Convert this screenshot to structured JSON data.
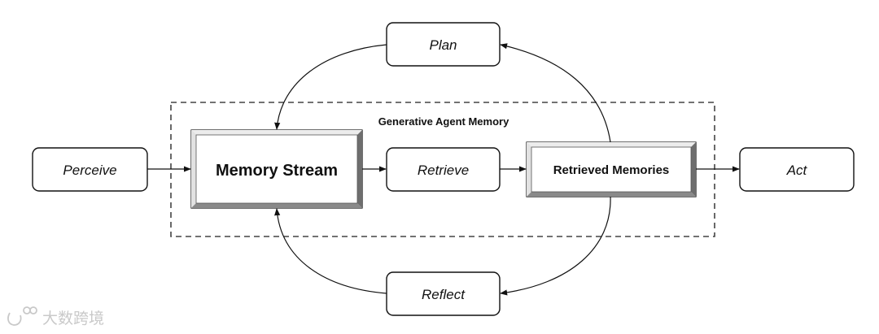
{
  "container": {
    "title": "Generative Agent Memory"
  },
  "nodes": {
    "perceive": "Perceive",
    "memory_stream": "Memory Stream",
    "retrieve": "Retrieve",
    "retrieved_memories": "Retrieved Memories",
    "act": "Act",
    "plan": "Plan",
    "reflect": "Reflect"
  },
  "watermark": {
    "text": "大数跨境"
  },
  "colors": {
    "stroke": "#111111",
    "watermark": "#c9c9c9",
    "bevel_light": "#e4e4e4",
    "bevel_dark": "#7a7a7a"
  }
}
